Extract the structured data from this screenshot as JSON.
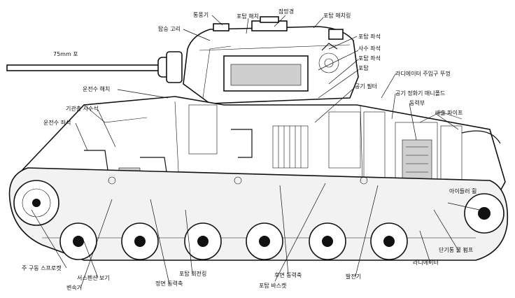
{
  "labels": {
    "hatch_cover_ring": "탑승 고리",
    "ventilator": "통풍기",
    "turret_hatch": "포탑 해치",
    "periscope": "잠망경",
    "turret_hatch_ring": "포탑 해치링",
    "turret_seat_1": "포탑 좌석",
    "gunner_seat": "사수 좌석",
    "turret_seat_2": "포탑 좌석",
    "turret": "포탑",
    "gun_75mm": "75mm 포",
    "driver_hatch": "운전수 해치",
    "radiator_filler_cap": "라디에이터 주입구 뚜껑",
    "air_filter": "공기 필터",
    "air_cleaner_manifold": "공기 정화기 매니폴드",
    "bow_gunner_seat": "기관총 사수석",
    "engine": "동력부",
    "exhaust_pipe": "배출 파이프",
    "driver_seat": "운전수 좌석",
    "idler_wheel": "아이들러 휠",
    "fuel_pump": "단기통 물 펌프",
    "radiator": "라디에이터",
    "drive_sprocket": "주 구동 스프로켓",
    "suspension_bogie": "서스펜션 보기",
    "transmission": "변속기",
    "turret_slip_ring": "포탑 회전링",
    "front_drive_shaft": "정면 동력축",
    "turret_basket": "포탑 바스켓",
    "rear_drive_shaft": "후면 동력축",
    "generator": "발전기"
  }
}
